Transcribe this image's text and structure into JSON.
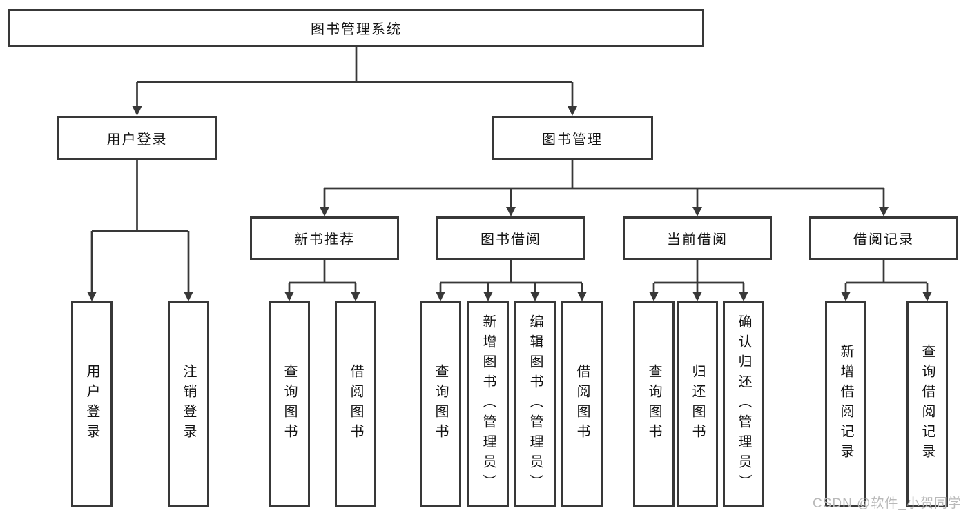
{
  "diagram": {
    "root": {
      "label": "图书管理系统"
    },
    "user_login": {
      "label": "用户登录",
      "children": [
        {
          "label": "用户登录"
        },
        {
          "label": "注销登录"
        }
      ]
    },
    "book_mgmt": {
      "label": "图书管理",
      "groups": [
        {
          "label": "新书推荐",
          "children": [
            {
              "label": "查询图书"
            },
            {
              "label": "借阅图书"
            }
          ]
        },
        {
          "label": "图书借阅",
          "children": [
            {
              "label": "查询图书"
            },
            {
              "label": "新增图书（管理员）"
            },
            {
              "label": "编辑图书（管理员）"
            },
            {
              "label": "借阅图书"
            }
          ]
        },
        {
          "label": "当前借阅",
          "children": [
            {
              "label": "查询图书"
            },
            {
              "label": "归还图书"
            },
            {
              "label": "确认归还（管理员）"
            }
          ]
        },
        {
          "label": "借阅记录",
          "children": [
            {
              "label": "新增借阅记录"
            },
            {
              "label": "查询借阅记录"
            }
          ]
        }
      ]
    }
  },
  "watermark": {
    "text": "CSDN @软件_小贺同学"
  },
  "colors": {
    "line": "#383838",
    "box_border": "#383838",
    "text": "#141414",
    "background": "#ffffff",
    "watermark": "#b9b9b9"
  }
}
